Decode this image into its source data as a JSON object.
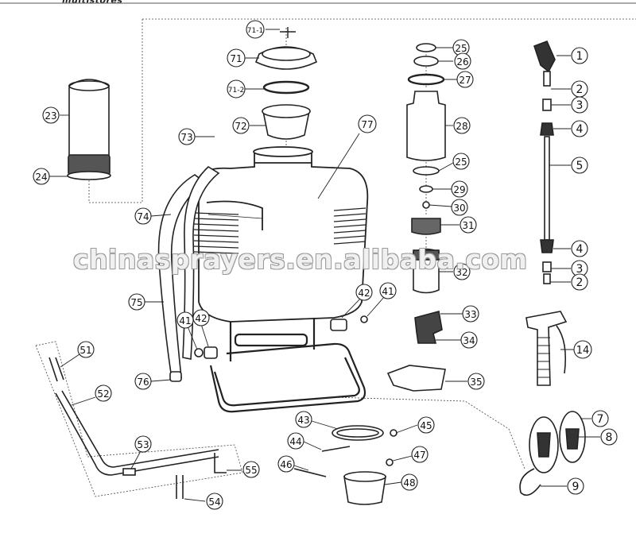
{
  "header": {
    "brand": "multistores"
  },
  "watermark": "chinasprayers.en.alibaba.com",
  "callouts": [
    {
      "id": "c1",
      "label": "1"
    },
    {
      "id": "c2",
      "label": "2"
    },
    {
      "id": "c3",
      "label": "3"
    },
    {
      "id": "c4",
      "label": "4"
    },
    {
      "id": "c5",
      "label": "5"
    },
    {
      "id": "c4b",
      "label": "4"
    },
    {
      "id": "c3b",
      "label": "3"
    },
    {
      "id": "c2b",
      "label": "2"
    },
    {
      "id": "c14",
      "label": "14"
    },
    {
      "id": "c7",
      "label": "7"
    },
    {
      "id": "c8",
      "label": "8"
    },
    {
      "id": "c9",
      "label": "9"
    },
    {
      "id": "c25",
      "label": "25"
    },
    {
      "id": "c26",
      "label": "26"
    },
    {
      "id": "c27",
      "label": "27"
    },
    {
      "id": "c28",
      "label": "28"
    },
    {
      "id": "c25b",
      "label": "25"
    },
    {
      "id": "c29",
      "label": "29"
    },
    {
      "id": "c30",
      "label": "30"
    },
    {
      "id": "c31",
      "label": "31"
    },
    {
      "id": "c32",
      "label": "32"
    },
    {
      "id": "c33",
      "label": "33"
    },
    {
      "id": "c34",
      "label": "34"
    },
    {
      "id": "c35",
      "label": "35"
    },
    {
      "id": "c71-1",
      "label": "71-1"
    },
    {
      "id": "c71",
      "label": "71"
    },
    {
      "id": "c71-2",
      "label": "71-2"
    },
    {
      "id": "c72",
      "label": "72"
    },
    {
      "id": "c73",
      "label": "73"
    },
    {
      "id": "c77",
      "label": "77"
    },
    {
      "id": "c23",
      "label": "23"
    },
    {
      "id": "c24",
      "label": "24"
    },
    {
      "id": "c74",
      "label": "74"
    },
    {
      "id": "c75",
      "label": "75"
    },
    {
      "id": "c76",
      "label": "76"
    },
    {
      "id": "c41",
      "label": "41"
    },
    {
      "id": "c42",
      "label": "42"
    },
    {
      "id": "c42b",
      "label": "42"
    },
    {
      "id": "c41b",
      "label": "41"
    },
    {
      "id": "c51",
      "label": "51"
    },
    {
      "id": "c52",
      "label": "52"
    },
    {
      "id": "c53",
      "label": "53"
    },
    {
      "id": "c54",
      "label": "54"
    },
    {
      "id": "c55",
      "label": "55"
    },
    {
      "id": "c43",
      "label": "43"
    },
    {
      "id": "c44",
      "label": "44"
    },
    {
      "id": "c45",
      "label": "45"
    },
    {
      "id": "c46",
      "label": "46"
    },
    {
      "id": "c47",
      "label": "47"
    },
    {
      "id": "c48",
      "label": "48"
    }
  ]
}
